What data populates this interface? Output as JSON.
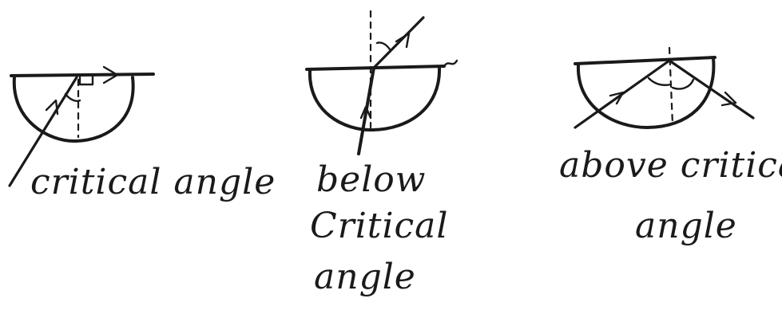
{
  "diagram": {
    "ink_color": "#1a1a1a",
    "background": "#ffffff",
    "panels": [
      {
        "id": "critical",
        "label_lines": [
          "critical angle"
        ]
      },
      {
        "id": "below",
        "label_lines": [
          "below",
          "Critical",
          "angle"
        ]
      },
      {
        "id": "above",
        "label_lines": [
          "above critical",
          "angle"
        ]
      }
    ]
  }
}
